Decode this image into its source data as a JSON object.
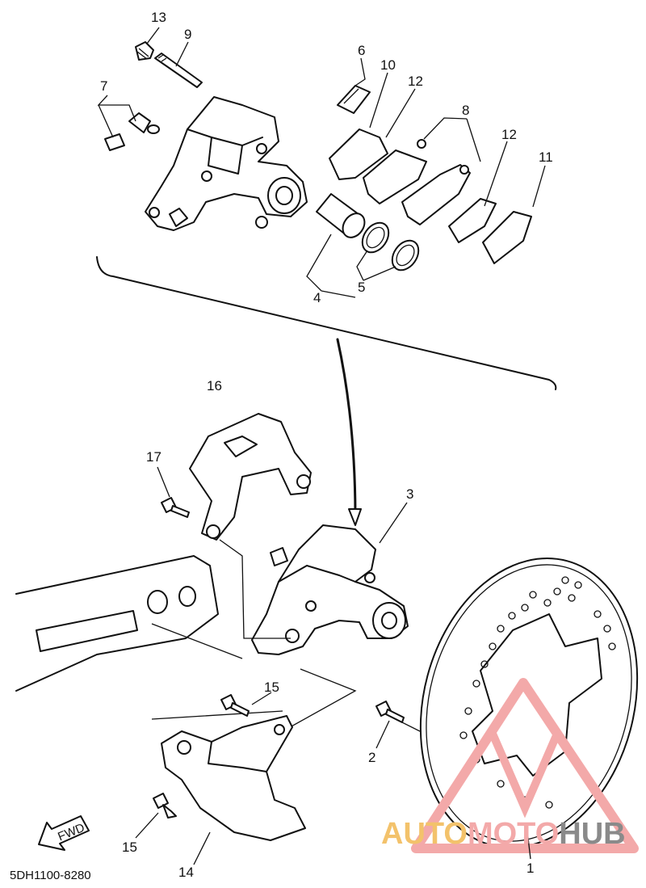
{
  "diagram_code": "5DH1100-8280",
  "fwd_label": "FWD",
  "watermark": {
    "part1": "AUTO",
    "part2": "MOTO",
    "part3": "HUB",
    "color1": "#f3c26b",
    "color2": "#f3a9a9",
    "color3": "#8a8a8a"
  },
  "callouts": {
    "n1": "1",
    "n2": "2",
    "n3": "3",
    "n4": "4",
    "n5": "5",
    "n6": "6",
    "n7": "7",
    "n8": "8",
    "n9": "9",
    "n10": "10",
    "n11": "11",
    "n12a": "12",
    "n12b": "12",
    "n13": "13",
    "n14": "14",
    "n15a": "15",
    "n15b": "15",
    "n16": "16",
    "n17": "17"
  }
}
